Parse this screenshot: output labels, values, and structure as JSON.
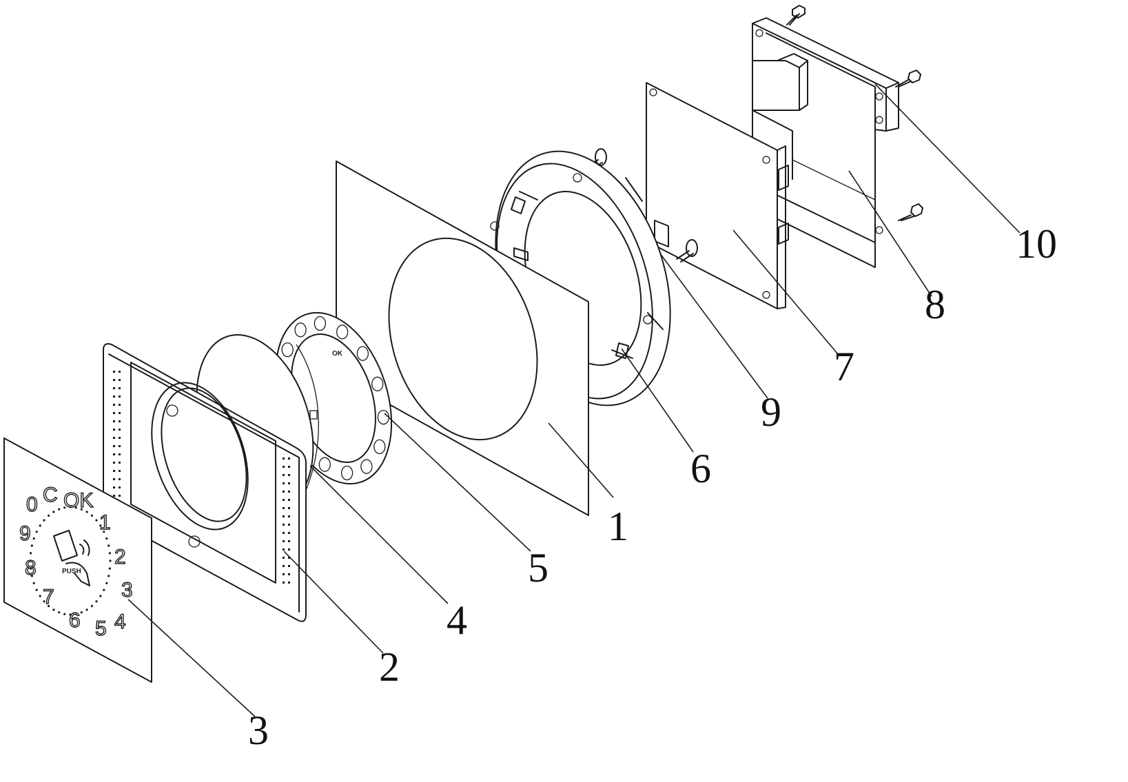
{
  "callouts": [
    "1",
    "2",
    "3",
    "4",
    "5",
    "6",
    "7",
    "8",
    "9",
    "10"
  ],
  "keypad": {
    "digits": [
      "0",
      "1",
      "2",
      "3",
      "4",
      "5",
      "6",
      "7",
      "8",
      "9"
    ],
    "clear_label": "C",
    "ok_label": "OK",
    "badge_label": "PUSH",
    "ring_ok_label": "OK"
  }
}
